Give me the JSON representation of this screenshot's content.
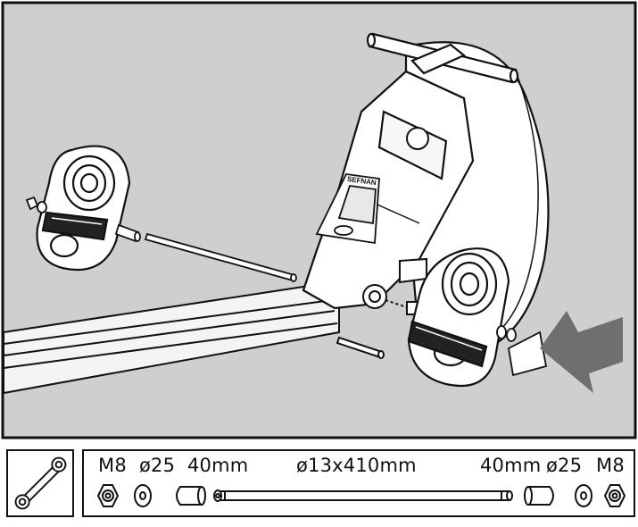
{
  "diagram": {
    "colors": {
      "background": "#cfcfcf",
      "line": "#111111",
      "arrow": "#6f6f6f",
      "part_fill": "#ffffff"
    },
    "console_brand": "SEFNAN",
    "parts": [
      {
        "id": "nut_left",
        "label": "M8",
        "icon": "hex-nut-icon"
      },
      {
        "id": "washer_left",
        "label": "ø25",
        "icon": "washer-icon"
      },
      {
        "id": "spacer_left",
        "label": "40mm",
        "icon": "spacer-tube-icon"
      },
      {
        "id": "axle",
        "label": "ø13x410mm",
        "icon": "axle-rod-icon"
      },
      {
        "id": "spacer_right",
        "label": "40mm",
        "icon": "spacer-tube-icon"
      },
      {
        "id": "washer_right",
        "label": "ø25",
        "icon": "washer-icon"
      },
      {
        "id": "nut_right",
        "label": "M8",
        "icon": "hex-nut-icon"
      }
    ],
    "tool": {
      "icon": "wrench-icon"
    }
  }
}
